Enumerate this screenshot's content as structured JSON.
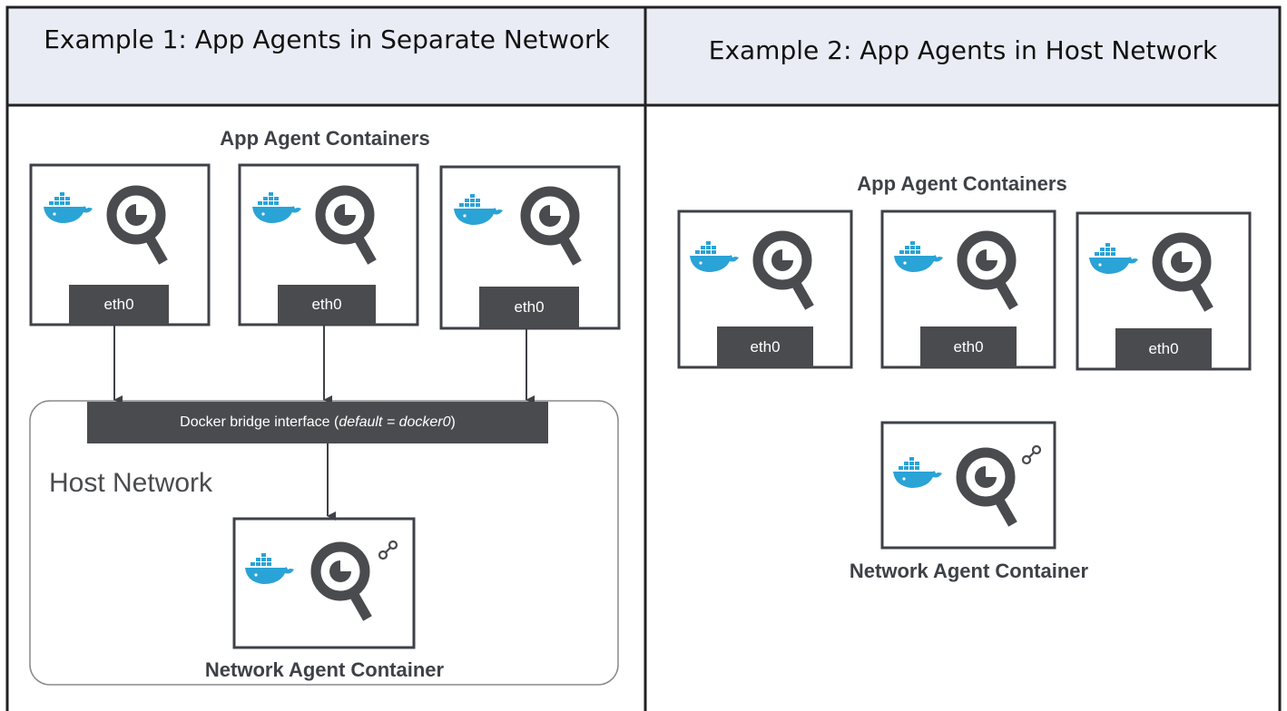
{
  "headers": {
    "example1": "Example 1: App Agents in Separate Network",
    "example2": "Example 2: App Agents in Host Network"
  },
  "example1": {
    "app_agents_title": "App Agent  Containers",
    "eth_labels": [
      "eth0",
      "eth0",
      "eth0"
    ],
    "bridge_prefix": "Docker bridge interface (",
    "bridge_italic": "default = docker0",
    "bridge_suffix": ")",
    "host_network_label": "Host Network",
    "network_agent_title": "Network Agent  Container"
  },
  "example2": {
    "app_agents_title": "App Agent  Containers",
    "eth_labels": [
      "eth0",
      "eth0",
      "eth0"
    ],
    "network_agent_title": "Network Agent  Container"
  },
  "colors": {
    "header_bg": "#e9ecf4",
    "dark": "#4a4b4f",
    "docker_blue": "#2aa3d6"
  },
  "icons": [
    "docker-whale-icon",
    "agent-magnifier-icon",
    "network-link-icon"
  ]
}
